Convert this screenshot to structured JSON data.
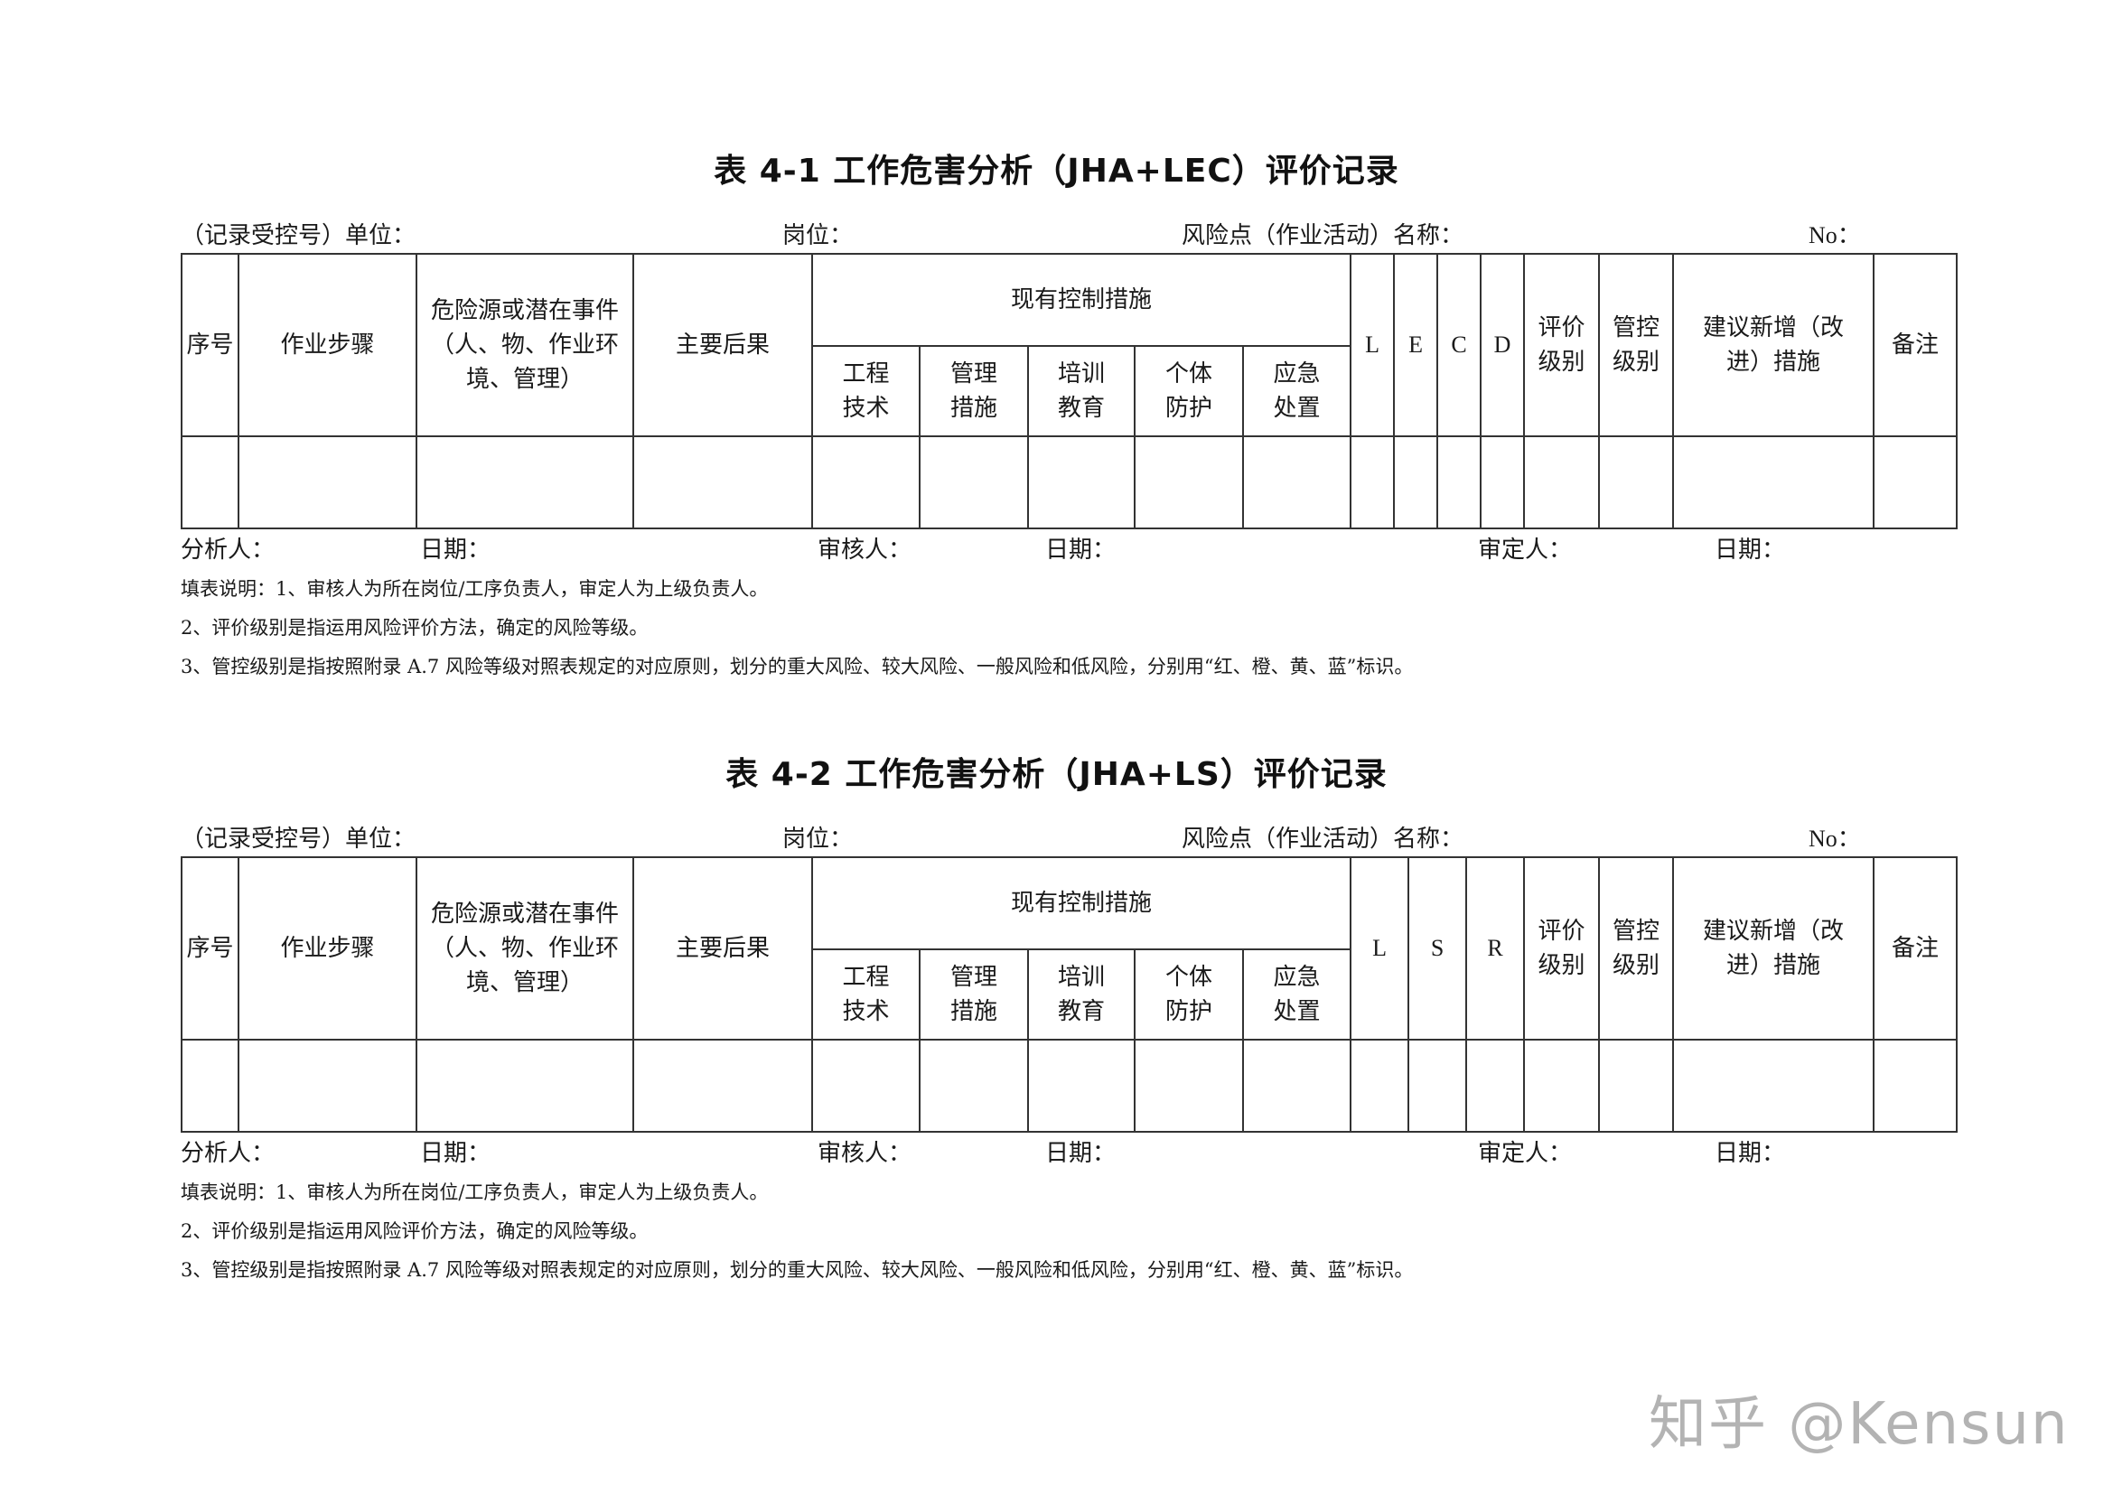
{
  "tables": [
    {
      "title": "表 4-1 工作危害分析（JHA+LEC）评价记录",
      "meta": {
        "unit_label": "（记录受控号）单位：",
        "post_label": "岗位：",
        "risk_point_label": "风险点（作业活动）名称：",
        "no_label": "No："
      },
      "headers": {
        "seq": "序号",
        "step": "作业步骤",
        "hazard_line1": "危险源或潜在事件",
        "hazard_line2": "（人、物、作业环",
        "hazard_line3": "境、管理）",
        "consequence": "主要后果",
        "controls_group": "现有控制措施",
        "controls": [
          {
            "l1": "工程",
            "l2": "技术"
          },
          {
            "l1": "管理",
            "l2": "措施"
          },
          {
            "l1": "培训",
            "l2": "教育"
          },
          {
            "l1": "个体",
            "l2": "防护"
          },
          {
            "l1": "应急",
            "l2": "处置"
          }
        ],
        "factors": [
          "L",
          "E",
          "C",
          "D"
        ],
        "eval_level_l1": "评价",
        "eval_level_l2": "级别",
        "control_level_l1": "管控",
        "control_level_l2": "级别",
        "suggest_l1": "建议新增（改",
        "suggest_l2": "进）措施",
        "remark": "备注"
      },
      "signatures": {
        "analyst": "分析人：",
        "date1": "日期：",
        "reviewer": "审核人：",
        "date2": "日期：",
        "approver": "审定人：",
        "date3": "日期："
      },
      "notes": [
        "填表说明：1、审核人为所在岗位/工序负责人，审定人为上级负责人。",
        "2、评价级别是指运用风险评价方法，确定的风险等级。",
        "3、管控级别是指按照附录 A.7 风险等级对照表规定的对应原则，划分的重大风险、较大风险、一般风险和低风险，分别用“红、橙、黄、蓝”标识。"
      ]
    },
    {
      "title": "表 4-2 工作危害分析（JHA+LS）评价记录",
      "meta": {
        "unit_label": "（记录受控号）单位：",
        "post_label": "岗位：",
        "risk_point_label": "风险点（作业活动）名称：",
        "no_label": "No："
      },
      "headers": {
        "seq": "序号",
        "step": "作业步骤",
        "hazard_line1": "危险源或潜在事件",
        "hazard_line2": "（人、物、作业环",
        "hazard_line3": "境、管理）",
        "consequence": "主要后果",
        "controls_group": "现有控制措施",
        "controls": [
          {
            "l1": "工程",
            "l2": "技术"
          },
          {
            "l1": "管理",
            "l2": "措施"
          },
          {
            "l1": "培训",
            "l2": "教育"
          },
          {
            "l1": "个体",
            "l2": "防护"
          },
          {
            "l1": "应急",
            "l2": "处置"
          }
        ],
        "factors": [
          "L",
          "S",
          "R"
        ],
        "eval_level_l1": "评价",
        "eval_level_l2": "级别",
        "control_level_l1": "管控",
        "control_level_l2": "级别",
        "suggest_l1": "建议新增（改",
        "suggest_l2": "进）措施",
        "remark": "备注"
      },
      "signatures": {
        "analyst": "分析人：",
        "date1": "日期：",
        "reviewer": "审核人：",
        "date2": "日期：",
        "approver": "审定人：",
        "date3": "日期："
      },
      "notes": [
        "填表说明：1、审核人为所在岗位/工序负责人，审定人为上级负责人。",
        "2、评价级别是指运用风险评价方法，确定的风险等级。",
        "3、管控级别是指按照附录 A.7 风险等级对照表规定的对应原则，划分的重大风险、较大风险、一般风险和低风险，分别用“红、橙、黄、蓝”标识。"
      ]
    }
  ],
  "watermark": "知乎 @Kensun"
}
